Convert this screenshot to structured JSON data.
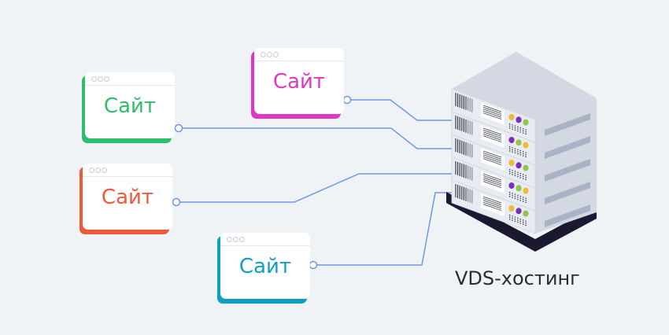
{
  "diagram": {
    "sites": [
      {
        "label": "Сайт",
        "color": "#2ebd6b",
        "id": "green"
      },
      {
        "label": "Сайт",
        "color": "#e036c8",
        "id": "pink"
      },
      {
        "label": "Сайт",
        "color": "#ef5a3c",
        "id": "red"
      },
      {
        "label": "Сайт",
        "color": "#119fc1",
        "id": "blue"
      }
    ],
    "server_label": "VDS-хостинг",
    "line_color": "#6f96e8",
    "server_colors": {
      "body": "#d3d8e3",
      "front": "#e8ebf2",
      "base": "#1b1930",
      "led_yellow": "#f2b938",
      "led_purple": "#7b2fb8",
      "led_green": "#8fc549"
    }
  }
}
